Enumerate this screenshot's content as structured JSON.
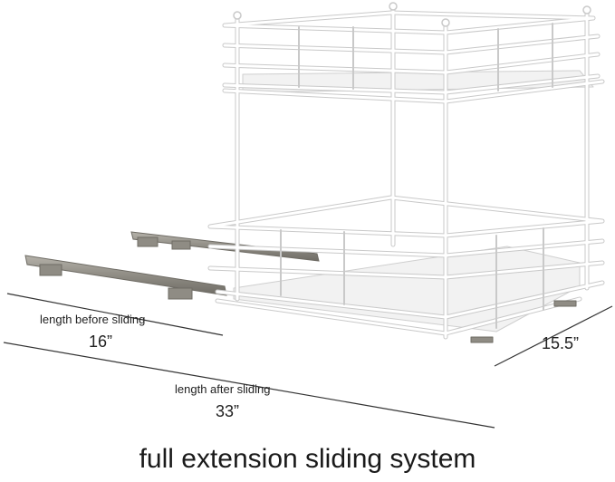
{
  "labels": {
    "before_label": "length before sliding",
    "before_value": "16”",
    "after_label": "length after sliding",
    "after_value": "33”",
    "depth_value": "15.5”"
  },
  "caption": "full extension sliding system",
  "colors": {
    "wire": "#ffffff",
    "wire_shadow": "#c9c9c9",
    "shelf": "#f2f2f2",
    "rail": "#8f8c84",
    "rail_dark": "#6f6c65",
    "dimension_line": "#333333",
    "text": "#222222"
  }
}
